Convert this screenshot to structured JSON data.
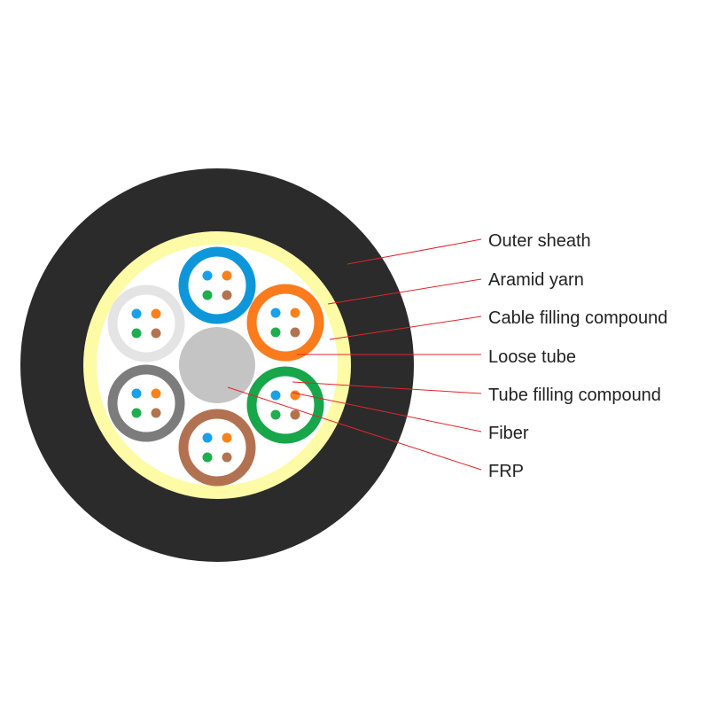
{
  "colors": {
    "sheath": "#2b2b2b",
    "aramid": "#fdfba6",
    "filling": "#ffffff",
    "frp": "#c4c4c4",
    "leader": "#e3242b",
    "fiber_blue": "#1aa0e8",
    "fiber_orange": "#f7821d",
    "fiber_green": "#1fae4f",
    "fiber_brown": "#b1744f"
  },
  "tubes": [
    {
      "color_name": "blue",
      "color": "#0d97da"
    },
    {
      "color_name": "orange",
      "color": "#fb7b1d"
    },
    {
      "color_name": "green",
      "color": "#17a64a"
    },
    {
      "color_name": "brown",
      "color": "#b27252"
    },
    {
      "color_name": "gray",
      "color": "#7c7c7c"
    },
    {
      "color_name": "white",
      "color": "#e4e4e4"
    }
  ],
  "labels": [
    {
      "text": "Outer sheath"
    },
    {
      "text": "Aramid yarn"
    },
    {
      "text": "Cable filling compound"
    },
    {
      "text": "Loose tube"
    },
    {
      "text": "Tube filling compound"
    },
    {
      "text": "Fiber"
    },
    {
      "text": "FRP"
    }
  ]
}
